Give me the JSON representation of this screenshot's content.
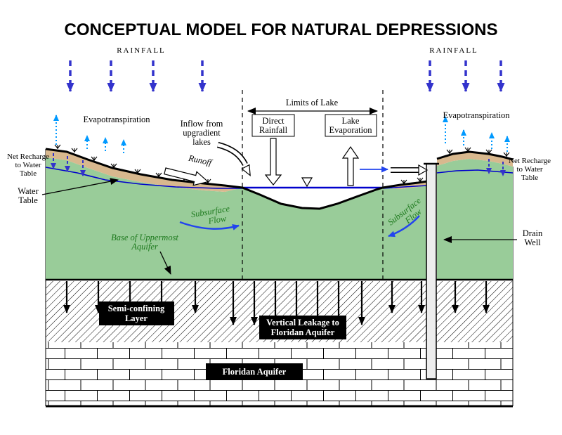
{
  "title": "CONCEPTUAL MODEL FOR NATURAL DEPRESSIONS",
  "colors": {
    "aquifer_green": "#99CC99",
    "soil_tan": "#D8B88E",
    "water_blue": "#0000CC",
    "rain_arrow_blue": "#3333CC",
    "evapo_arrow_blue": "#0099FF",
    "subsurface_arrow_blue": "#2244EE",
    "flow_text_green": "#1E7A1E",
    "label_box_bg": "#000000",
    "label_box_text": "#FFFFFF"
  },
  "labels": {
    "rainfall_left": "RAINFALL",
    "rainfall_right": "RAINFALL",
    "evapotranspiration_left": "Evapotranspiration",
    "evapotranspiration_right": "Evapotranspiration",
    "net_recharge_left": {
      "l1": "Net Recharge",
      "l2": "to Water",
      "l3": "Table"
    },
    "net_recharge_right": {
      "l1": "Net Recharge",
      "l2": "to Water",
      "l3": "Table"
    },
    "inflow": {
      "l1": "Inflow from",
      "l2": "upgradient",
      "l3": "lakes"
    },
    "runoff": "Runoff",
    "limits_of_lake": "Limits of Lake",
    "direct_rainfall": {
      "l1": "Direct",
      "l2": "Rainfall"
    },
    "lake_evaporation": {
      "l1": "Lake",
      "l2": "Evaporation"
    },
    "water_table": {
      "l1": "Water",
      "l2": "Table"
    },
    "subsurface_flow_left": {
      "l1": "Subsurface",
      "l2": "Flow"
    },
    "subsurface_flow_right": {
      "l1": "Subsurface",
      "l2": "Flow"
    },
    "base_uppermost": {
      "l1": "Base of Uppermost",
      "l2": "Aquifer"
    },
    "drain_well": {
      "l1": "Drain",
      "l2": "Well"
    },
    "semi_confining": {
      "l1": "Semi-confining",
      "l2": "Layer"
    },
    "vertical_leakage": {
      "l1": "Vertical Leakage to",
      "l2": "Floridan Aquifer"
    },
    "floridan_aquifer": "Floridan Aquifer"
  }
}
